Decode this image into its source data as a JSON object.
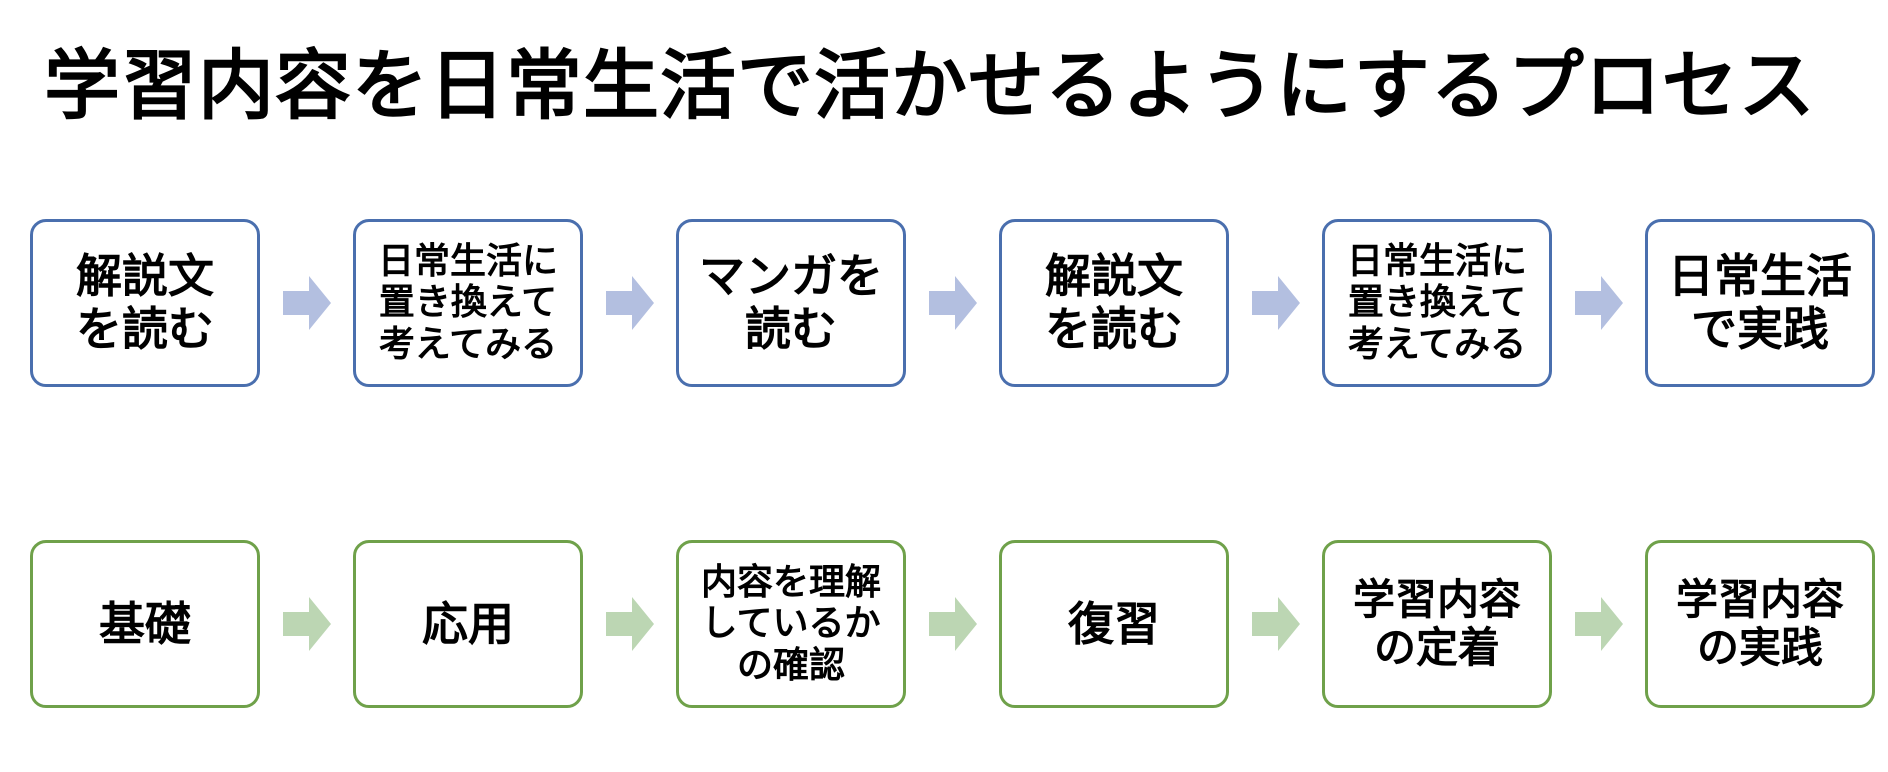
{
  "title": "学習内容を日常生活で活かせるようにするプロセス",
  "colors": {
    "row1_border": "#4a6fae",
    "row1_arrow": "#b3bfe0",
    "row2_border": "#6fa14a",
    "row2_arrow": "#bcd6b3"
  },
  "row1": [
    {
      "lines": [
        "解説文",
        "を読む"
      ]
    },
    {
      "lines": [
        "日常生活に",
        "置き換えて",
        "考えてみる"
      ]
    },
    {
      "lines": [
        "マンガを",
        "読む"
      ]
    },
    {
      "lines": [
        "解説文",
        "を読む"
      ]
    },
    {
      "lines": [
        "日常生活に",
        "置き換えて",
        "考えてみる"
      ]
    },
    {
      "lines": [
        "日常生活",
        "で実践"
      ]
    }
  ],
  "row2": [
    {
      "lines": [
        "基礎"
      ]
    },
    {
      "lines": [
        "応用"
      ]
    },
    {
      "lines": [
        "内容を理解",
        "しているか",
        "の確認"
      ]
    },
    {
      "lines": [
        "復習"
      ]
    },
    {
      "lines": [
        "学習内容",
        "の定着"
      ]
    },
    {
      "lines": [
        "学習内容",
        "の実践"
      ]
    }
  ]
}
